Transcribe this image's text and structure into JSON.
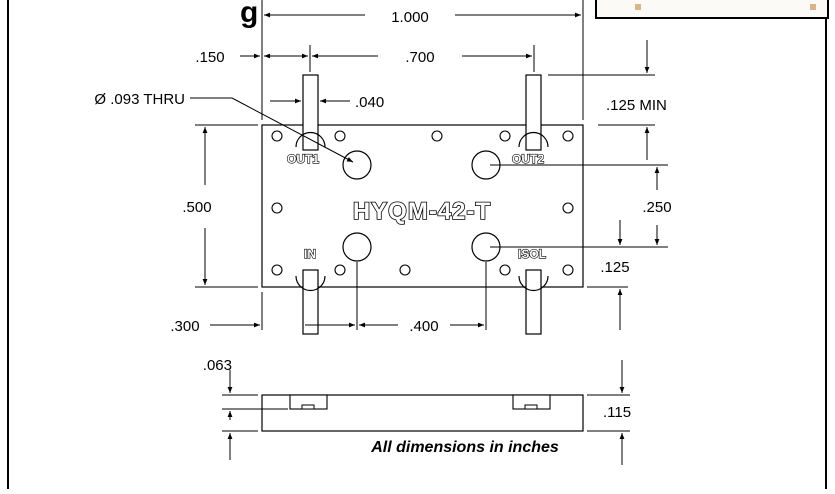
{
  "drawing": {
    "part_number": "HYQM-42-T",
    "note": "All dimensions in inches",
    "ports": {
      "out1": "OUT1",
      "out2": "OUT2",
      "in": "IN",
      "isol": "ISOL"
    },
    "dimensions": {
      "overall_width": "1.000",
      "pin_offset": ".150",
      "pin_spacing": ".700",
      "pin_width": ".040",
      "hole": "Ø .093 THRU",
      "pin_length": ".125 MIN",
      "body_height": ".500",
      "hole_vertical": ".250",
      "hole_bottom_offset": ".125",
      "hole_left_offset": ".300",
      "hole_spacing": ".400",
      "pin_top": ".063",
      "thickness": ".115"
    }
  }
}
